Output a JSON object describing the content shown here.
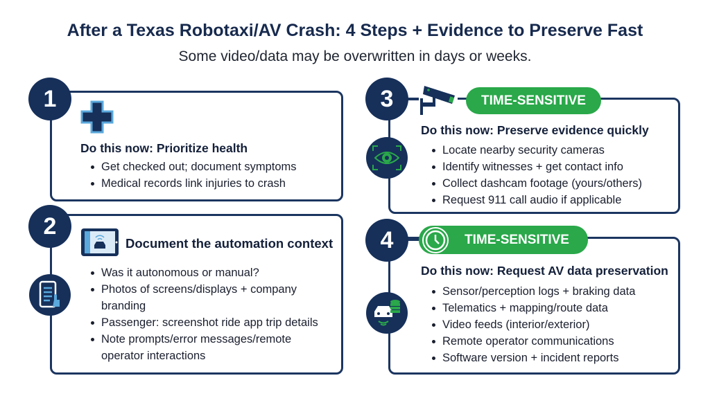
{
  "title": "After a Texas Robotaxi/AV Crash: 4 Steps + Evidence to Preserve Fast",
  "subtitle": "Some video/data may be overwritten in days or weeks.",
  "colors": {
    "navy": "#16305a",
    "green": "#2aa84a",
    "light_blue": "#5aa8dc"
  },
  "steps": [
    {
      "number": "1",
      "icon": "medical-cross-icon",
      "heading": "Do this now: Prioritize health",
      "bullets": [
        "Get checked out; document symptoms",
        "Medical records link injuries to crash"
      ]
    },
    {
      "number": "2",
      "icon": "tablet-car-icon",
      "side_icon": "tablet-checklist-icon",
      "heading": "Document the automation context",
      "bullets": [
        "Was it autonomous or manual?",
        "Photos of screens/displays + company branding",
        "Passenger: screenshot ride app trip details",
        "Note prompts/error messages/remote operator interactions"
      ]
    },
    {
      "number": "3",
      "icon": "security-camera-icon",
      "side_icon": "eye-scan-icon",
      "badge": "TIME-SENSITIVE",
      "heading": "Do this now: Preserve evidence quickly",
      "bullets": [
        "Locate nearby security cameras",
        "Identify witnesses + get contact info",
        "Collect dashcam footage (yours/others)",
        "Request 911 call audio if applicable"
      ]
    },
    {
      "number": "4",
      "icon": "clock-icon",
      "side_icon": "car-database-icon",
      "badge": "TIME-SENSITIVE",
      "heading": "Do this now: Request AV data preservation",
      "bullets": [
        "Sensor/perception logs + braking data",
        "Telematics + mapping/route data",
        "Video feeds (interior/exterior)",
        "Remote operator communications",
        "Software version + incident reports"
      ]
    }
  ]
}
